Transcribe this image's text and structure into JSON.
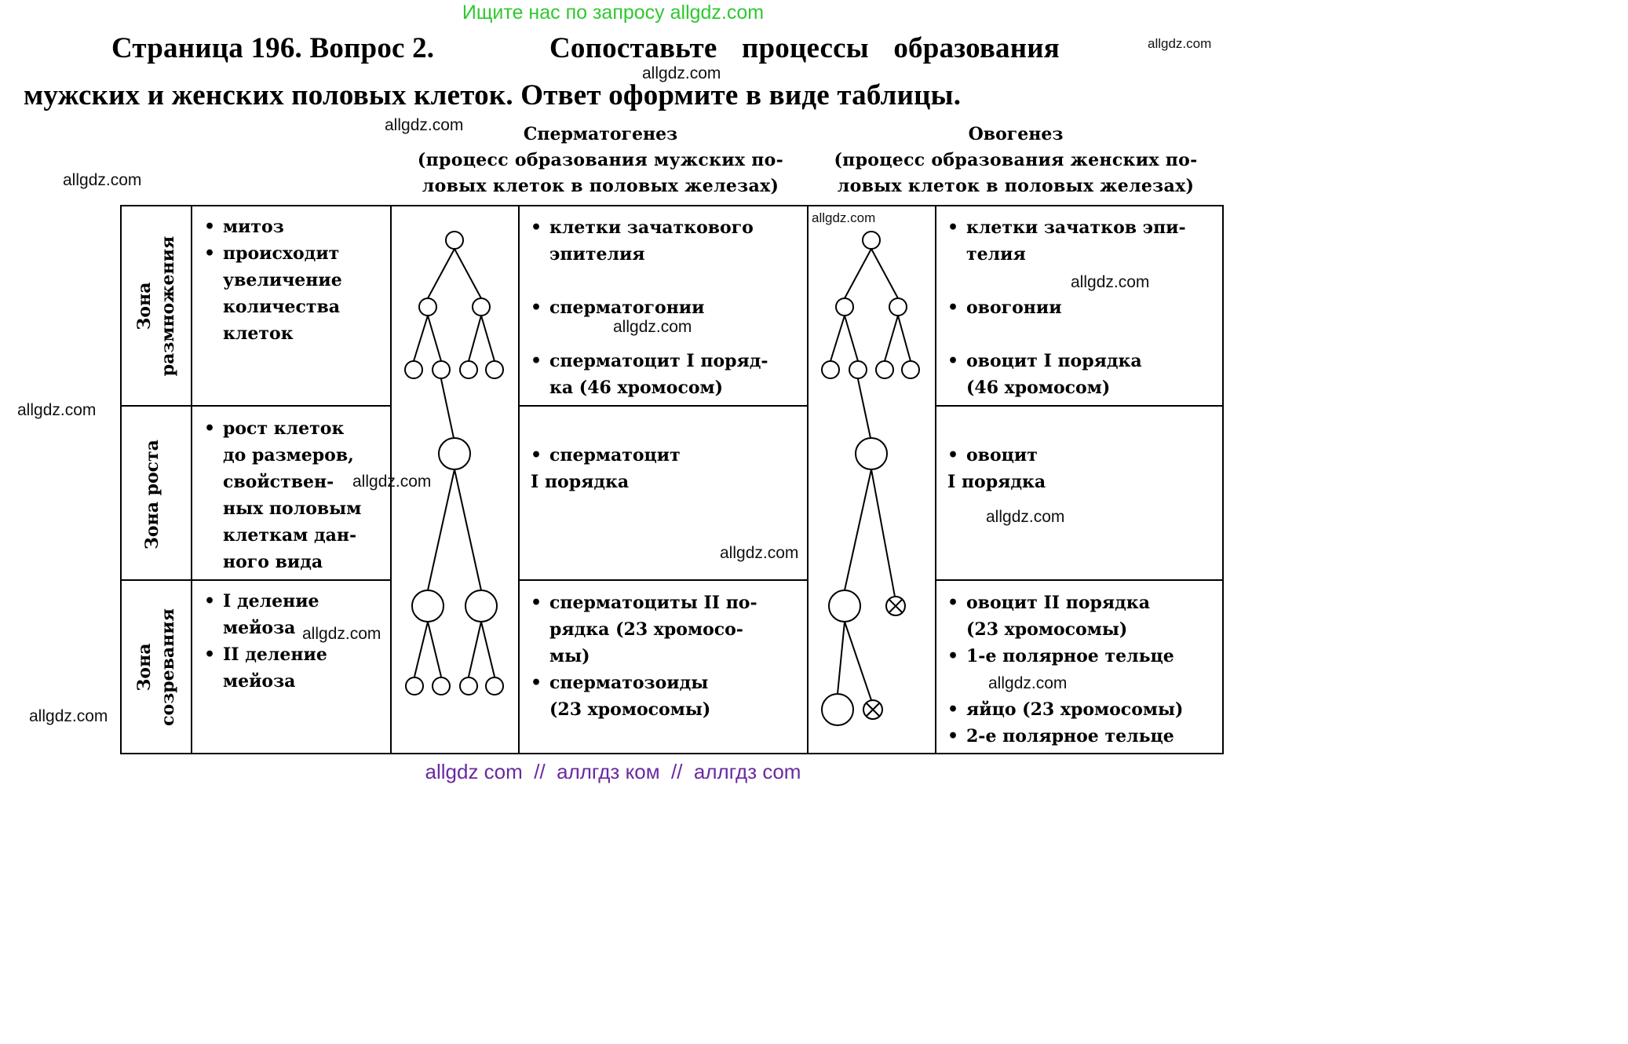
{
  "banner": "Ищите нас по запросу allgdz.com",
  "heading": {
    "line1_left": "Страница 196. Вопрос 2.",
    "line1_right": "Сопоставьте процессы образования",
    "line2": "мужских и женских половых клеток. Ответ оформите в виде таблицы."
  },
  "columns": {
    "sperm": {
      "title": "Сперматогенез",
      "subtitle_line1": "(процесс образования мужских по-",
      "subtitle_line2": "ловых клеток в половых железах)"
    },
    "ovo": {
      "title": "Овогенез",
      "subtitle_line1": "(процесс образования женских по-",
      "subtitle_line2": "ловых клеток в половых железах)"
    }
  },
  "zones": [
    {
      "label_line1": "Зона",
      "label_line2": "размножения",
      "process": [
        "митоз",
        "происходит",
        "увеличение",
        "количества",
        "клеток"
      ],
      "sperm": [
        "клетки зачаткового",
        "эпителия",
        "сперматогонии",
        "сперматоцит I поряд-",
        "ка (46 хромосом)"
      ],
      "ovo": [
        "клетки зачатков эпи-",
        "телия",
        "овогонии",
        "овоцит I порядка",
        "(46 хромосом)"
      ]
    },
    {
      "label_line1": "Зона роста",
      "label_line2": "",
      "process": [
        "рост клеток",
        "до размеров,",
        "свойствен-",
        "ных половым",
        "клеткам дан-",
        "ного вида"
      ],
      "sperm": [
        "сперматоцит",
        "I порядка"
      ],
      "ovo": [
        "овоцит",
        "I порядка"
      ]
    },
    {
      "label_line1": "Зона",
      "label_line2": "созревания",
      "process": [
        "I деление",
        "мейоза",
        "II деление",
        "мейоза"
      ],
      "sperm": [
        "сперматоциты II по-",
        "рядка (23 хромосо-",
        "мы)",
        "сперматозоиды",
        "(23 хромосомы)"
      ],
      "ovo": [
        "овоцит II порядка",
        "(23 хромосомы)",
        "1-е полярное тельце",
        "яйцо (23 хромосомы)",
        "2-е полярное тельце"
      ]
    }
  ],
  "watermark": "allgdz.com",
  "footer": "allgdz com  //  аллгдз ком  //  аллгдз com"
}
